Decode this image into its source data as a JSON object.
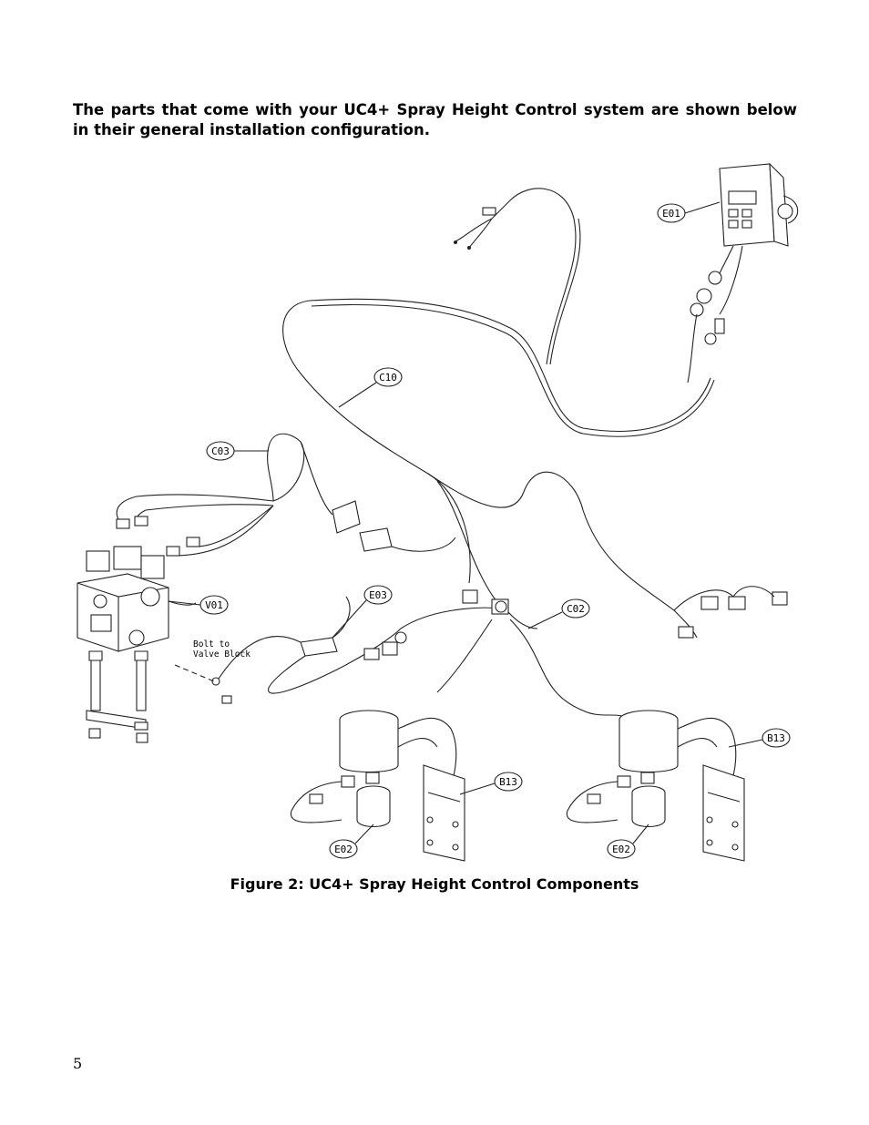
{
  "intro_text": "The parts that come with your UC4+ Spray Height Control system are shown below in their general installation configuration.",
  "figure": {
    "callouts": {
      "e01": "E01",
      "c10": "C10",
      "c03": "C03",
      "v01": "V01",
      "e03": "E03",
      "c02": "C02",
      "b13_left": "B13",
      "b13_right": "B13",
      "e02_left": "E02",
      "e02_right": "E02"
    },
    "note_line1": "Bolt to",
    "note_line2": "Valve Block"
  },
  "caption": "Figure 2: UC4+ Spray Height Control Components",
  "page_number": "5"
}
